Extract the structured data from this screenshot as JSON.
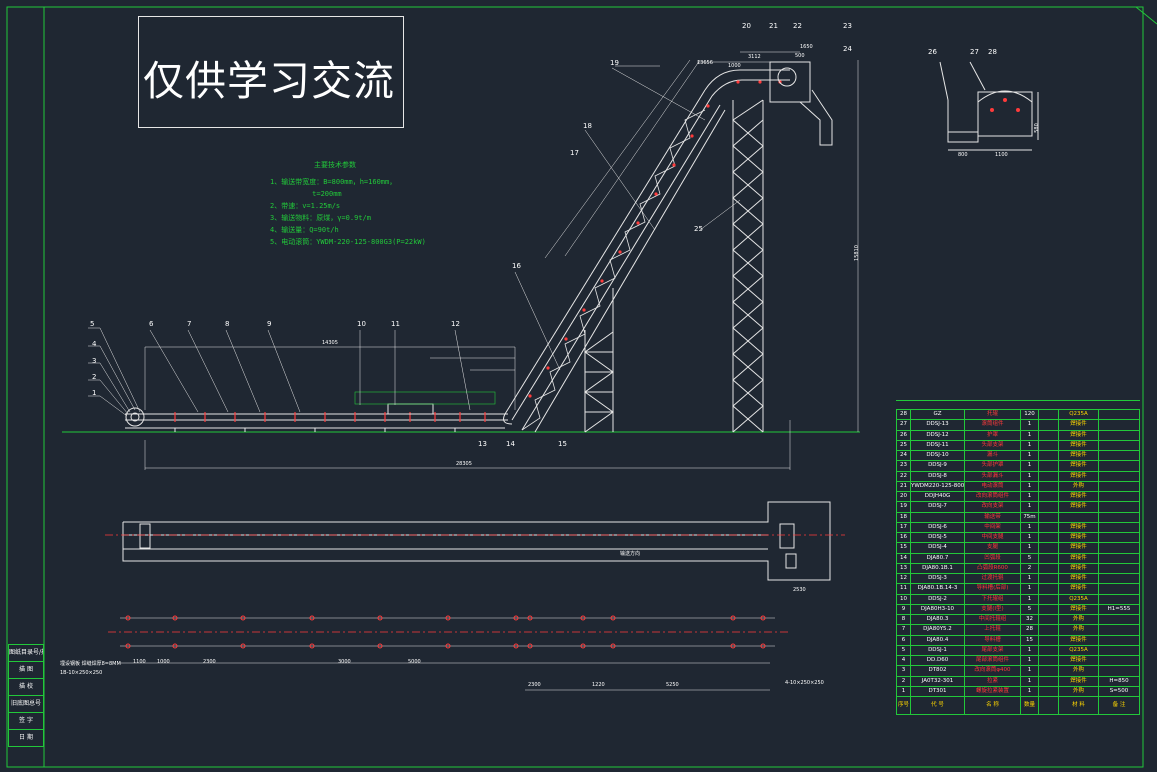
{
  "watermark": "仅供学习交流",
  "notes": {
    "title": "主要技术参数",
    "lines": [
      "1、输送带宽度：B=800mm，h=160mm，",
      "          t=200mm",
      "2、带速：v=1.25m/s",
      "3、输送物料：原煤，γ=0.9t/m",
      "4、输送量：Q=90t/h",
      "5、电动滚筒：YWDM-220-125-800G3(P=22kW)"
    ]
  },
  "part_labels": [
    "1",
    "2",
    "3",
    "4",
    "5",
    "6",
    "7",
    "8",
    "9",
    "10",
    "11",
    "12",
    "13",
    "14",
    "15",
    "16",
    "16",
    "17",
    "18",
    "19",
    "20",
    "21",
    "22",
    "23",
    "24",
    "25",
    "26",
    "27",
    "28"
  ],
  "dimensions": {
    "horizontal_total": "28305",
    "upper_span": "14305",
    "right_height": "15810",
    "top_3112": "3112",
    "top_1650": "1650",
    "top_1000": "1000",
    "top_13656": "13656",
    "top_500": "500",
    "section_800": "800",
    "section_1100": "1100",
    "section_580": "580",
    "dim_2300": "2300",
    "dim_1000": "1000",
    "dim_3000": "3000",
    "dim_5000": "5000",
    "dim_1220": "1220",
    "dim_5250": "5250",
    "dim_1100": "1100",
    "dim_2300b": "2300",
    "dim_2530": "2530",
    "plan_label": "输送方向",
    "foot_note1": "埋设钢板 焊缝焊厚8=8MM",
    "foot_note2": "4-10×250×250",
    "foot_note3": "1B-10×250×250"
  },
  "sidebar": [
    "图纸目录号/批号",
    "描 图",
    "描 校",
    "旧底图总号",
    "签 字",
    "日 期"
  ],
  "bom": {
    "header": [
      "序号",
      "代 号",
      "名 称",
      "数量",
      "材 料",
      "备 注"
    ],
    "rows": [
      [
        "28",
        "GZ",
        "托辊",
        "120",
        "Q235A",
        ""
      ],
      [
        "27",
        "DDSJ-13",
        "滚筒组件",
        "1",
        "焊接件",
        ""
      ],
      [
        "26",
        "DDSJ-12",
        "护罩",
        "1",
        "焊接件",
        ""
      ],
      [
        "25",
        "DDSJ-11",
        "头部支架",
        "1",
        "焊接件",
        ""
      ],
      [
        "24",
        "DDSJ-10",
        "漏斗",
        "1",
        "焊接件",
        ""
      ],
      [
        "23",
        "DDSJ-9",
        "头部护罩",
        "1",
        "焊接件",
        ""
      ],
      [
        "22",
        "DDSJ-8",
        "头部漏斗",
        "1",
        "焊接件",
        ""
      ],
      [
        "21",
        "YWDM220-125-800G3",
        "电动滚筒",
        "1",
        "外购",
        ""
      ],
      [
        "20",
        "DDJH40G",
        "改向滚筒组件",
        "1",
        "焊接件",
        ""
      ],
      [
        "19",
        "DDSJ-7",
        "改向支架",
        "1",
        "焊接件",
        ""
      ],
      [
        "18",
        "",
        "输送带",
        "75m",
        "",
        ""
      ],
      [
        "17",
        "DDSJ-6",
        "中间架",
        "1",
        "焊接件",
        ""
      ],
      [
        "16",
        "DDSJ-5",
        "中间支腿",
        "1",
        "焊接件",
        ""
      ],
      [
        "15",
        "DDSJ-4",
        "支腿",
        "1",
        "焊接件",
        ""
      ],
      [
        "14",
        "DJA80.7",
        "凹弧段",
        "5",
        "焊接件",
        ""
      ],
      [
        "13",
        "DJA80.1B.1",
        "凸弧段R600",
        "2",
        "焊接件",
        ""
      ],
      [
        "12",
        "DDSJ-3",
        "过渡托辊",
        "1",
        "焊接件",
        ""
      ],
      [
        "11",
        "DJA80.1B.14-3",
        "导料槽(后部)",
        "1",
        "焊接件",
        ""
      ],
      [
        "10",
        "DDSJ-2",
        "下托辊组",
        "1",
        "Q235A",
        ""
      ],
      [
        "9",
        "DJA80H3-10",
        "支腿(Ⅰ型)",
        "5",
        "焊接件",
        "H1=555"
      ],
      [
        "8",
        "DJA80.3",
        "中间托辊组",
        "32",
        "外购",
        ""
      ],
      [
        "7",
        "DJA80Y5.2",
        "上托辊",
        "28",
        "外购",
        ""
      ],
      [
        "6",
        "DJA80.4",
        "导料槽",
        "15",
        "焊接件",
        ""
      ],
      [
        "5",
        "DDSJ-1",
        "尾部支架",
        "1",
        "Q235A",
        ""
      ],
      [
        "4",
        "DD.D60",
        "尾部滚筒组件",
        "1",
        "焊接件",
        ""
      ],
      [
        "3",
        "DT802",
        "改向滚筒φ400",
        "1",
        "外购",
        ""
      ],
      [
        "2",
        "JA0T32-301",
        "拉紧",
        "1",
        "焊接件",
        "H=850"
      ],
      [
        "1",
        "DT301",
        "螺旋拉紧装置",
        "1",
        "外购",
        "S=500"
      ]
    ]
  }
}
